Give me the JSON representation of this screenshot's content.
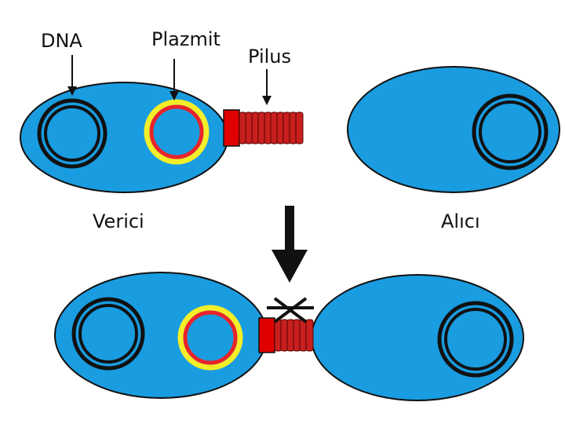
{
  "labels": {
    "dna": "DNA",
    "plasmid": "Plazmit",
    "pilus": "Pilus",
    "donor": "Verici",
    "recipient": "Alıcı"
  },
  "colors": {
    "cell_fill": "#1a9ce0",
    "cell_outline": "#111111",
    "dna_ring": "#111111",
    "plasmid_outer": "#f2ee2a",
    "plasmid_inner": "#e8242a",
    "pilus_base": "#e00000",
    "pilus_segment": "#c7201e",
    "arrow": "#111111"
  },
  "icons": {
    "step_arrow": "down-arrow-icon",
    "cut_mark": "x-mark-icon"
  }
}
